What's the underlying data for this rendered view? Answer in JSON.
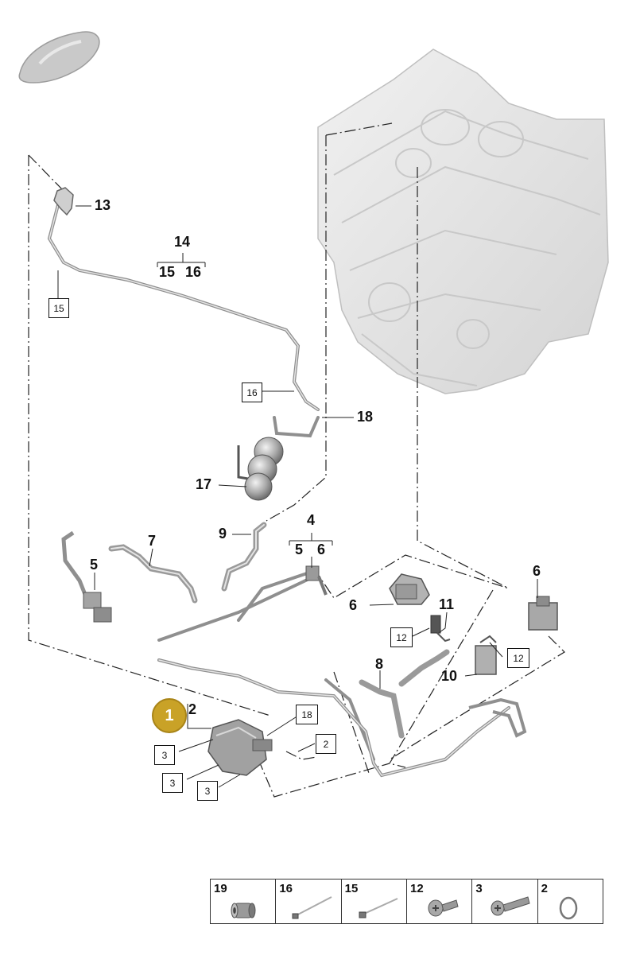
{
  "diagram": {
    "callouts": {
      "c13": "13",
      "c14": "14",
      "c15": "15",
      "c16": "16",
      "c17": "17",
      "c18": "18",
      "c9": "9",
      "c7": "7",
      "c5a": "5",
      "c4": "4",
      "c5b": "5",
      "c6a": "6",
      "c6b": "6",
      "c6c": "6",
      "c11": "11",
      "c8": "8",
      "c10": "10",
      "c2": "2"
    },
    "boxed_refs": {
      "b15": "15",
      "b16": "16",
      "b12a": "12",
      "b12b": "12",
      "b18": "18",
      "b2": "2",
      "b3a": "3",
      "b3b": "3",
      "b3c": "3"
    },
    "marker": "1",
    "colors": {
      "marker": "#c9a227",
      "line": "#222222",
      "part": "#b9b9b9"
    }
  },
  "legend": {
    "cells": [
      {
        "number": "19",
        "icon": "sleeve-nut-icon"
      },
      {
        "number": "16",
        "icon": "cable-tie-icon"
      },
      {
        "number": "15",
        "icon": "cable-tie-small-icon"
      },
      {
        "number": "12",
        "icon": "bolt-short-icon"
      },
      {
        "number": "3",
        "icon": "bolt-long-icon"
      },
      {
        "number": "2",
        "icon": "o-ring-icon"
      }
    ]
  }
}
